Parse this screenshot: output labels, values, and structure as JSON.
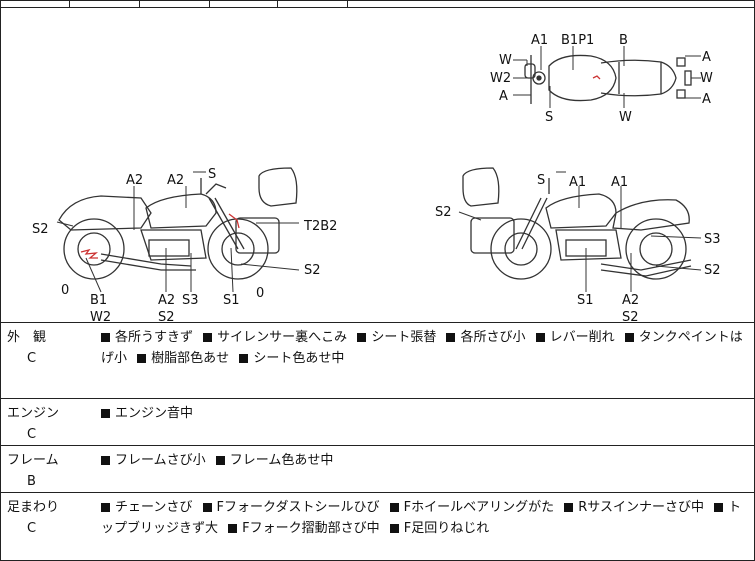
{
  "diagram": {
    "top_view": {
      "labels": [
        "A1",
        "B1P1",
        "B",
        "W",
        "W2",
        "A",
        "S",
        "W",
        "A",
        "W",
        "A"
      ]
    },
    "left_view": {
      "labels": [
        "A2",
        "A2",
        "S",
        "S2",
        "T2B2",
        "S2",
        "0",
        "B1",
        "W2",
        "A2",
        "S2",
        "S3",
        "S1",
        "0"
      ]
    },
    "right_view": {
      "labels": [
        "S",
        "A1",
        "A1",
        "S2",
        "S3",
        "S2",
        "S1",
        "A2",
        "S2"
      ]
    }
  },
  "sections": [
    {
      "category": "外　観",
      "grade": "C",
      "items": [
        "各所うすきず",
        "サイレンサー裏へこみ",
        "シート張替",
        "各所さび小",
        "レバー削れ",
        "タンクペイントはげ小",
        "樹脂部色あせ",
        "シート色あせ中"
      ]
    },
    {
      "category": "エンジン",
      "grade": "C",
      "items": [
        "エンジン音中"
      ]
    },
    {
      "category": "フレーム",
      "grade": "B",
      "items": [
        "フレームさび小",
        "フレーム色あせ中"
      ]
    },
    {
      "category": "足まわり",
      "grade": "C",
      "items": [
        "チェーンさび",
        "Fフォークダストシールひび",
        "Fホイールベアリングがた",
        "Rサスインナーさび中",
        "トップブリッジきず大",
        "Fフォーク摺動部さび中",
        "F足回りねじれ"
      ]
    }
  ]
}
